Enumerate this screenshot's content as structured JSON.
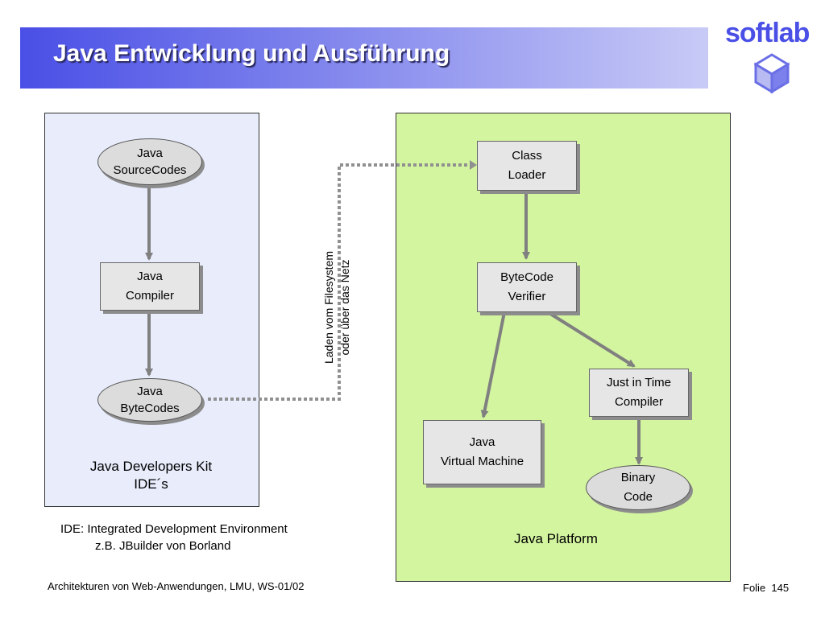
{
  "title": "Java Entwicklung und Ausführung",
  "logo": {
    "text": "softlab",
    "mark": "cube-logo-icon"
  },
  "colors": {
    "accent": "#4a4fe6",
    "left_panel": "#e8ecfb",
    "right_panel": "#d4f5a0",
    "node": "#e6e6e6",
    "arrow": "#808080"
  },
  "left_panel": {
    "caption_line1": "Java Developers Kit",
    "caption_line2": "IDE´s",
    "nodes": {
      "source": {
        "line1": "Java",
        "line2": "SourceCodes"
      },
      "compiler": {
        "line1": "Java",
        "line2": "Compiler"
      },
      "bytecodes": {
        "line1": "Java",
        "line2": "ByteCodes"
      }
    }
  },
  "transfer_label": {
    "line1": "Laden vom Filesystem",
    "line2": "oder über das Netz"
  },
  "right_panel": {
    "caption": "Java Platform",
    "nodes": {
      "loader": {
        "line1": "Class",
        "line2": "Loader"
      },
      "verifier": {
        "line1": "ByteCode",
        "line2": "Verifier"
      },
      "jit": {
        "line1": "Just in Time",
        "line2": "Compiler"
      },
      "jvm": {
        "line1": "Java",
        "line2": "Virtual Machine"
      },
      "binary": {
        "line1": "Binary",
        "line2": "Code"
      }
    }
  },
  "note": {
    "line1": "IDE: Integrated Development Environment",
    "line2": "z.B. JBuilder von Borland"
  },
  "footer": {
    "left": "Architekturen von Web-Anwendungen, LMU, WS-01/02",
    "right_label": "Folie",
    "page": "145"
  }
}
